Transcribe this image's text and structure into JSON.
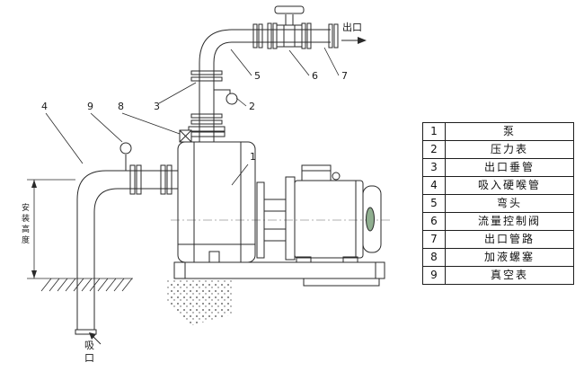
{
  "table": {
    "rows": [
      {
        "num": "1",
        "name": "泵"
      },
      {
        "num": "2",
        "name": "压力表"
      },
      {
        "num": "3",
        "name": "出口垂管"
      },
      {
        "num": "4",
        "name": "吸入硬喉管"
      },
      {
        "num": "5",
        "name": "弯头"
      },
      {
        "num": "6",
        "name": "流量控制阀"
      },
      {
        "num": "7",
        "name": "出口管路"
      },
      {
        "num": "8",
        "name": "加液螺塞"
      },
      {
        "num": "9",
        "name": "真空表"
      }
    ]
  },
  "labels": {
    "outlet": "出口",
    "suction_chars": [
      "吸",
      "口"
    ],
    "install_height_chars": [
      "安",
      "装",
      "高",
      "度"
    ]
  },
  "colors": {
    "line": "#2a2a2a",
    "motor_label": "#8fae8f"
  }
}
